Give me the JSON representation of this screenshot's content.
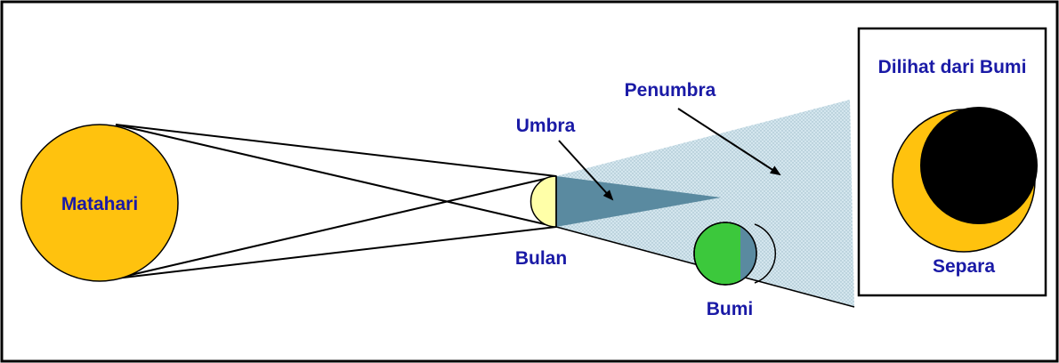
{
  "labels": {
    "sun": "Matahari",
    "moon": "Bulan",
    "earth": "Bumi",
    "umbra": "Umbra",
    "penumbra": "Penumbra",
    "inset_title": "Dilihat dari Bumi",
    "inset_caption": "Separa"
  },
  "colors": {
    "sun": "#ffc20e",
    "moon_lit": "#ffffa8",
    "umbra": "#5a8aa0",
    "penumbra": "#c8dde6",
    "earth": "#3cc83c",
    "earth_shadow": "#5a8aa0",
    "label_text": "#1a1aa6",
    "inset_disk": "#000000"
  }
}
